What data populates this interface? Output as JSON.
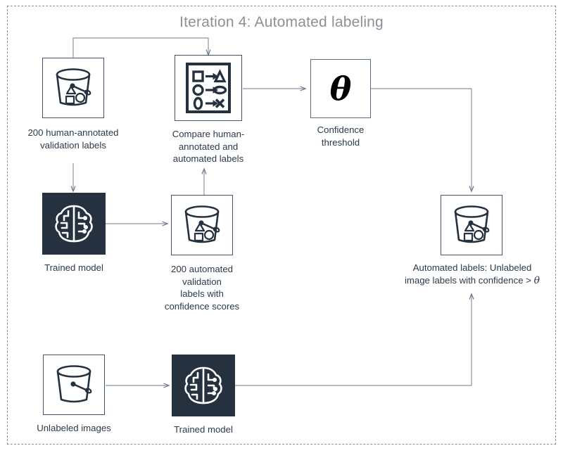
{
  "title": "Iteration 4: Automated labeling",
  "colors": {
    "frame": "#8a9099",
    "title_text": "#8a9199",
    "node_border": "#42546b",
    "node_dark_fill": "#25313f",
    "icon_stroke": "#25313f",
    "caption_text": "#2b3a4a",
    "connector": "#7d8894",
    "theta_box_border": "#5a6b80"
  },
  "nodes": [
    {
      "id": "human-validation-labels",
      "icon": "s3-bucket-with-labels-icon",
      "caption": "200 human-annotated\nvalidation labels"
    },
    {
      "id": "compare-labels",
      "icon": "compare-shapes-mapping-icon",
      "caption": "Compare human-\nannotated and\nautomated labels"
    },
    {
      "id": "confidence-threshold",
      "icon": "theta-symbol",
      "symbol": "θ",
      "caption": "Confidence\nthreshold"
    },
    {
      "id": "trained-model-top",
      "icon": "brain-circuit-icon",
      "caption": "Trained model"
    },
    {
      "id": "automated-validation-labels",
      "icon": "s3-bucket-with-labels-icon",
      "caption": "200 automated\nvalidation\nlabels with\nconfidence scores"
    },
    {
      "id": "automated-labels-output",
      "icon": "s3-bucket-with-labels-icon",
      "caption": "Automated labels: Unlabeled\nimage labels with confidence > θ"
    },
    {
      "id": "unlabeled-images",
      "icon": "s3-bucket-empty-icon",
      "caption": "Unlabeled images"
    },
    {
      "id": "trained-model-bottom",
      "icon": "brain-circuit-icon",
      "caption": "Trained model"
    }
  ],
  "captions": {
    "human_validation_labels": "200 human-annotated\nvalidation labels",
    "compare_labels": "Compare human-\nannotated and\nautomated labels",
    "confidence_threshold": "Confidence\nthreshold",
    "trained_model_top": "Trained model",
    "automated_validation_labels": "200 automated\nvalidation\nlabels with\nconfidence scores",
    "automated_labels_output_line1": "Automated labels: Unlabeled",
    "automated_labels_output_line2_pre": "image labels with confidence > ",
    "automated_labels_output_theta": "θ",
    "unlabeled_images": "Unlabeled images",
    "trained_model_bottom": "Trained model"
  },
  "confidence_symbol": "θ"
}
